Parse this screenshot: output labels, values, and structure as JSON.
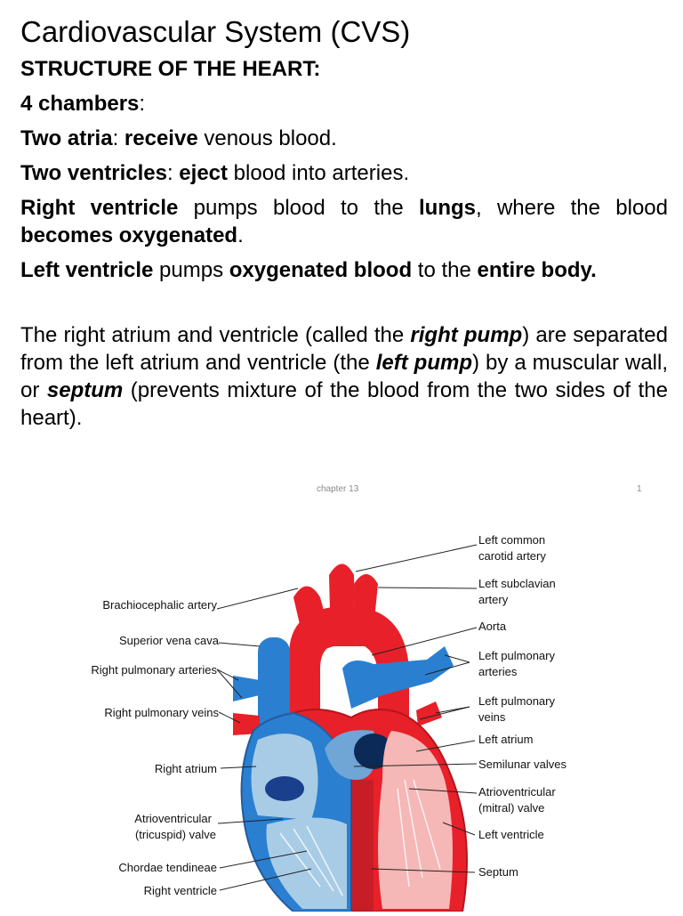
{
  "slide": {
    "title": "Cardiovascular System (CVS)",
    "heading": "STRUCTURE OF THE HEART:",
    "chambers": {
      "bold": "4 chambers",
      "rest": ":"
    },
    "atria": {
      "b1": "Two atria",
      "t1": ": ",
      "b2": "receive",
      "t2": " venous blood."
    },
    "ventricles": {
      "b1": "Two ventricles",
      "t1": ": ",
      "b2": "eject",
      "t2": " blood into arteries."
    },
    "right_ventricle": {
      "b1": "Right ventricle",
      "t1": " pumps blood to the ",
      "b2": "lungs",
      "t2": ", where the blood ",
      "b3": "becomes oxygenated",
      "t3": "."
    },
    "left_ventricle": {
      "b1": "Left ventricle",
      "t1": " pumps ",
      "b2": "oxygenated blood",
      "t2": " to the ",
      "b3": "entire body."
    },
    "paragraph": {
      "t1": "The right atrium and ventricle (called the ",
      "e1": "right pump",
      "t2": ") are separated from the left atrium and ventricle (the ",
      "e2": "left pump",
      "t3": ") by a muscular wall, or ",
      "e3": "septum",
      "t4": " (prevents mixture of the blood from the two sides of the heart)."
    }
  },
  "footer": {
    "chapter": "chapter 13",
    "page": "1"
  },
  "diagram": {
    "colors": {
      "oxygenated": "#e8202a",
      "deoxygenated": "#2a7fd0",
      "pale_blue": "#a8cce6",
      "pink": "#f6b7b7"
    },
    "left_labels": {
      "brachiocephalic": "Brachiocephalic artery",
      "superior_vena_cava": "Superior vena cava",
      "right_pulmonary_arteries": "Right pulmonary arteries",
      "right_pulmonary_veins": "Right pulmonary veins",
      "right_atrium": "Right atrium",
      "av_tricuspid_1": "Atrioventricular",
      "av_tricuspid_2": "(tricuspid) valve",
      "chordae": "Chordae tendineae",
      "right_ventricle": "Right ventricle"
    },
    "right_labels": {
      "left_common_carotid_1": "Left common",
      "left_common_carotid_2": "carotid artery",
      "left_subclavian_1": "Left subclavian",
      "left_subclavian_2": "artery",
      "aorta": "Aorta",
      "left_pulmonary_arteries_1": "Left pulmonary",
      "left_pulmonary_arteries_2": "arteries",
      "left_pulmonary_veins_1": "Left pulmonary",
      "left_pulmonary_veins_2": "veins",
      "left_atrium": "Left atrium",
      "semilunar": "Semilunar valves",
      "av_mitral_1": "Atrioventricular",
      "av_mitral_2": "(mitral) valve",
      "left_ventricle": "Left ventricle",
      "septum": "Septum"
    }
  }
}
